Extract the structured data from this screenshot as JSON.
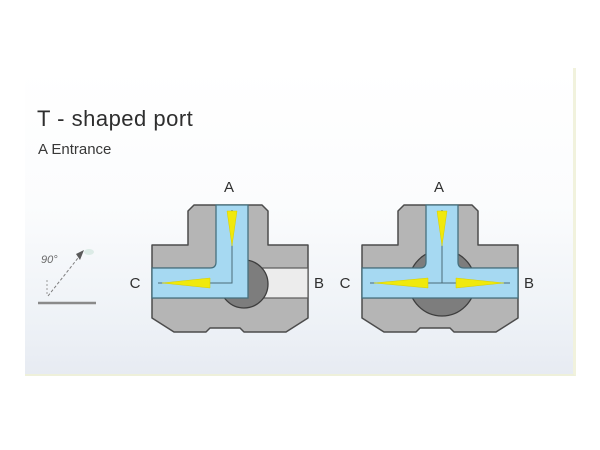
{
  "slide": {
    "title": "T - shaped port",
    "subtitle": "A Entrance"
  },
  "rotation_indicator": {
    "angle_label": "90°"
  },
  "valves": [
    {
      "id": "valve-flow-a-to-c",
      "flow_depicted": "A → C (B blocked by ball)",
      "port_top": "A",
      "port_left": "C",
      "port_right": "B"
    },
    {
      "id": "valve-flow-a-to-b-and-c",
      "flow_depicted": "A → C and A → B",
      "port_top": "A",
      "port_left": "C",
      "port_right": "B"
    }
  ],
  "colors": {
    "valve_body": "#b5b5b5",
    "flow_channel": "#a6d9f2",
    "blocked_channel": "#ececec",
    "ball": "#7d7d7d",
    "arrow": "#f0e90c",
    "outline": "#4c4c4c",
    "panel_gradient_bottom": "#e7ebf2"
  }
}
